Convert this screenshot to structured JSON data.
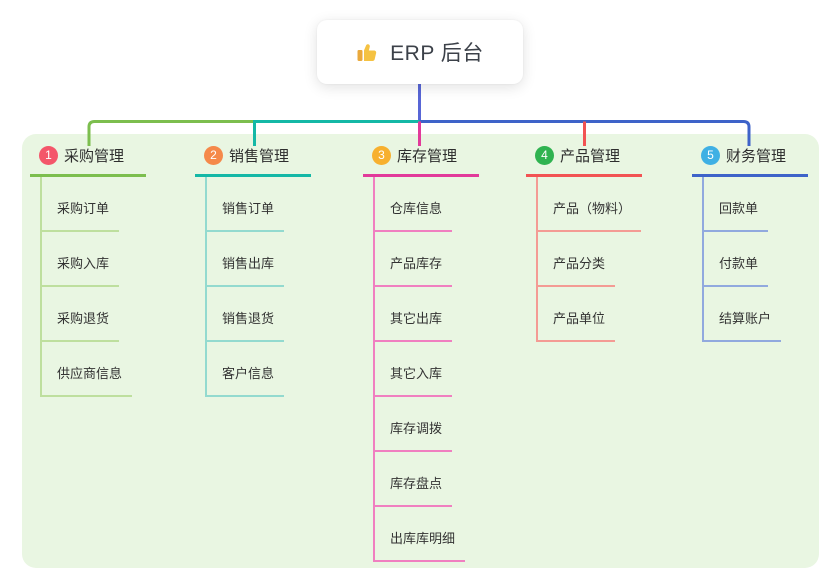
{
  "root": {
    "title": "ERP 后台",
    "icon": "thumbs-up-icon",
    "line_color": "#5866d6",
    "icon_color": "#f5c242",
    "icon_cuff_color": "#eaa93c"
  },
  "canvas": {
    "background": "#ffffff",
    "panel_background": "#e9f6e2"
  },
  "branches": [
    {
      "index": "1",
      "title": "采购管理",
      "badge_color": "#f4566a",
      "line_color": "#7cbe4e",
      "child_line_color": "#bedf9e",
      "children": [
        "采购订单",
        "采购入库",
        "采购退货",
        "供应商信息"
      ]
    },
    {
      "index": "2",
      "title": "销售管理",
      "badge_color": "#f5894a",
      "line_color": "#14b8a6",
      "child_line_color": "#93dacf",
      "children": [
        "销售订单",
        "销售出库",
        "销售退货",
        "客户信息"
      ]
    },
    {
      "index": "3",
      "title": "库存管理",
      "badge_color": "#f7b02e",
      "line_color": "#e23a9a",
      "child_line_color": "#f07fc0",
      "children": [
        "仓库信息",
        "产品库存",
        "其它出库",
        "其它入库",
        "库存调拨",
        "库存盘点",
        "出库库明细"
      ]
    },
    {
      "index": "4",
      "title": "产品管理",
      "badge_color": "#2fb350",
      "line_color": "#f25353",
      "child_line_color": "#f49b94",
      "children": [
        "产品（物料）",
        "产品分类",
        "产品单位"
      ]
    },
    {
      "index": "5",
      "title": "财务管理",
      "badge_color": "#3fb0e4",
      "line_color": "#3e63c9",
      "child_line_color": "#91a9de",
      "children": [
        "回款单",
        "付款单",
        "结算账户"
      ]
    }
  ]
}
